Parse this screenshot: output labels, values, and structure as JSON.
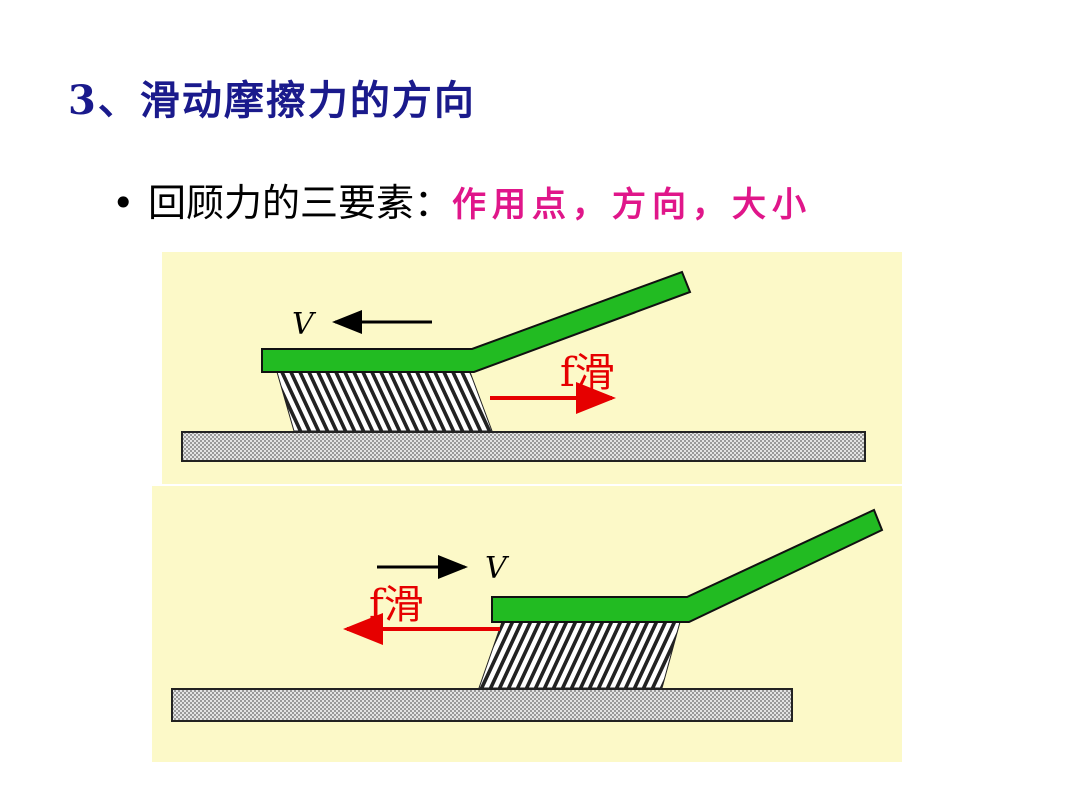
{
  "slide": {
    "title": "3、滑动摩擦力的方向",
    "bullet": {
      "text": "回顾力的三要素：",
      "highlight": "作用点，方向，大小"
    }
  },
  "figure": {
    "panels": [
      {
        "velocity_label": "V",
        "velocity_direction": "left",
        "friction_label": "f滑",
        "friction_direction": "right"
      },
      {
        "velocity_label": "V",
        "velocity_direction": "right",
        "friction_label": "f滑",
        "friction_direction": "left"
      }
    ],
    "colors": {
      "background": "#fcf9c8",
      "brush_handle": "#22bb22",
      "friction_arrow": "#e60000",
      "velocity_arrow": "#000000",
      "ground": "#d0d0d0"
    }
  }
}
